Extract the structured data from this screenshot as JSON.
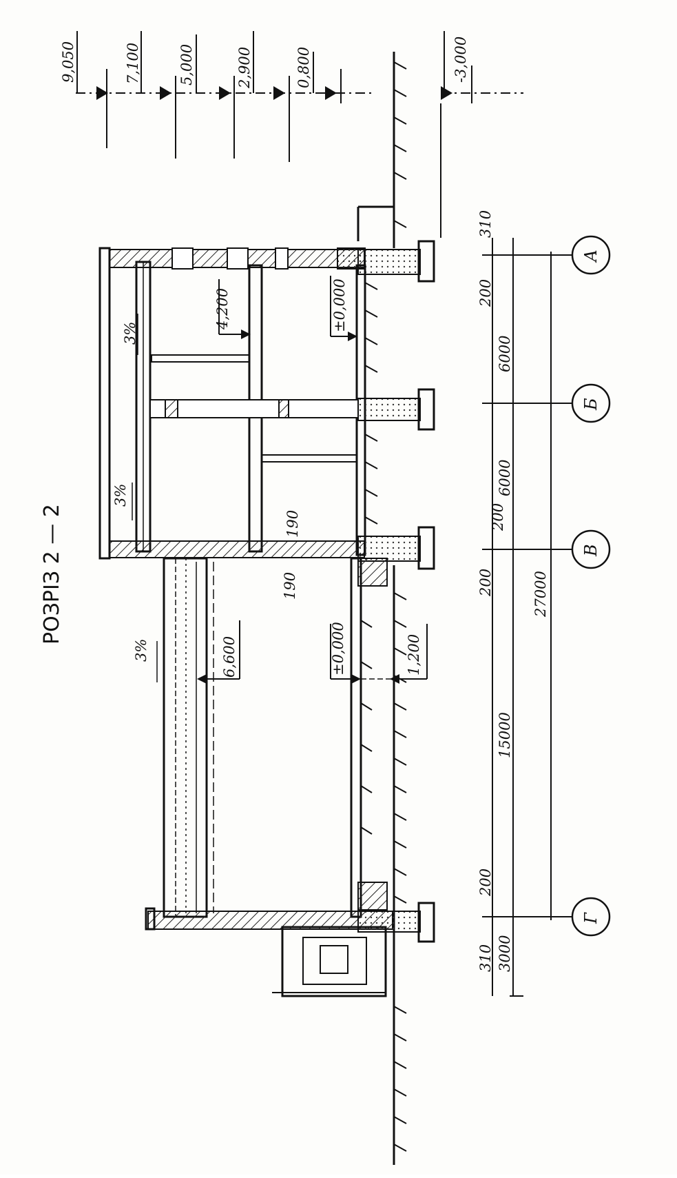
{
  "title": "РОЗРІЗ 2 — 2",
  "elevations": {
    "top_row": [
      "9,050",
      "7,100",
      "5,000",
      "2,900",
      "0,800",
      "-3,000"
    ],
    "floor_4200": "4,200",
    "floor_upper_zero": "±0,000",
    "hall_6600": "6,600",
    "hall_zero": "±0,000",
    "hall_minus_1200": "1,200"
  },
  "slopes": [
    "3%",
    "3%",
    "3%"
  ],
  "dimensions": {
    "wall_a": "310",
    "offset_a": "200",
    "span_ab": "6000",
    "span_bv": "6000",
    "offset_v_top": "200",
    "offset_v_bottom": "200",
    "wall_thick_1": "190",
    "wall_thick_2": "190",
    "overall": "27000",
    "span_vg": "15000",
    "offset_g": "200",
    "wall_g": "310",
    "annex": "3000"
  },
  "axes": [
    "А",
    "Б",
    "В",
    "Г"
  ]
}
